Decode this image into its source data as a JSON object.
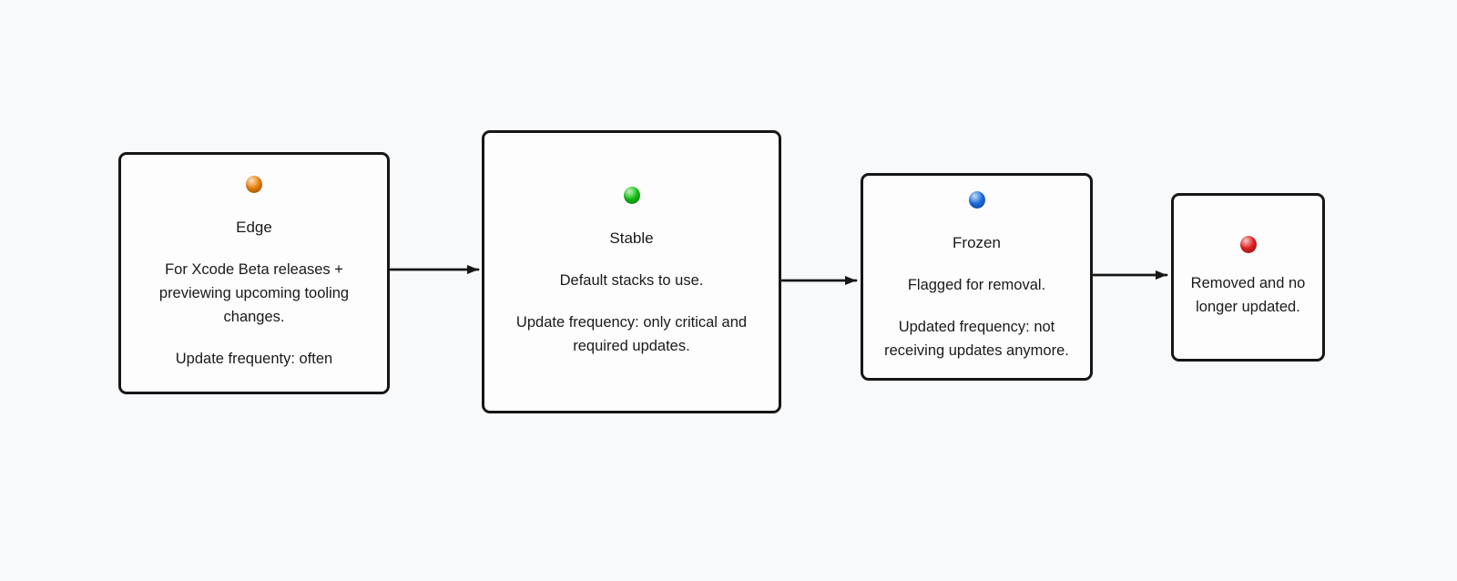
{
  "canvas": {
    "background": "#f8f9fb",
    "card_background": "#fdfdfd",
    "border_color": "#161616",
    "text_color": "#1a1a1a"
  },
  "cards": [
    {
      "id": "edge",
      "dot_icon": "orange-circle-icon",
      "dot_color": "#ee830d",
      "title": "Edge",
      "paragraphs": [
        "For Xcode Beta releases +\npreviewing upcoming tooling\nchanges.",
        "Update frequenty: often"
      ]
    },
    {
      "id": "stable",
      "dot_icon": "green-circle-icon",
      "dot_color": "#15c315",
      "title": "Stable",
      "paragraphs": [
        "Default stacks to use.",
        "Update frequency: only critical and\nrequired updates."
      ]
    },
    {
      "id": "frozen",
      "dot_icon": "blue-circle-icon",
      "dot_color": "#1d6fe4",
      "title": "Frozen",
      "paragraphs": [
        "Flagged for removal.",
        "Updated frequency: not\nreceiving updates anymore."
      ]
    },
    {
      "id": "removed",
      "dot_icon": "red-circle-icon",
      "dot_color": "#e62220",
      "paragraphs": [
        "Removed and no\nlonger updated."
      ]
    }
  ],
  "connectors": [
    {
      "from": "edge",
      "to": "stable"
    },
    {
      "from": "stable",
      "to": "frozen"
    },
    {
      "from": "frozen",
      "to": "removed"
    }
  ]
}
